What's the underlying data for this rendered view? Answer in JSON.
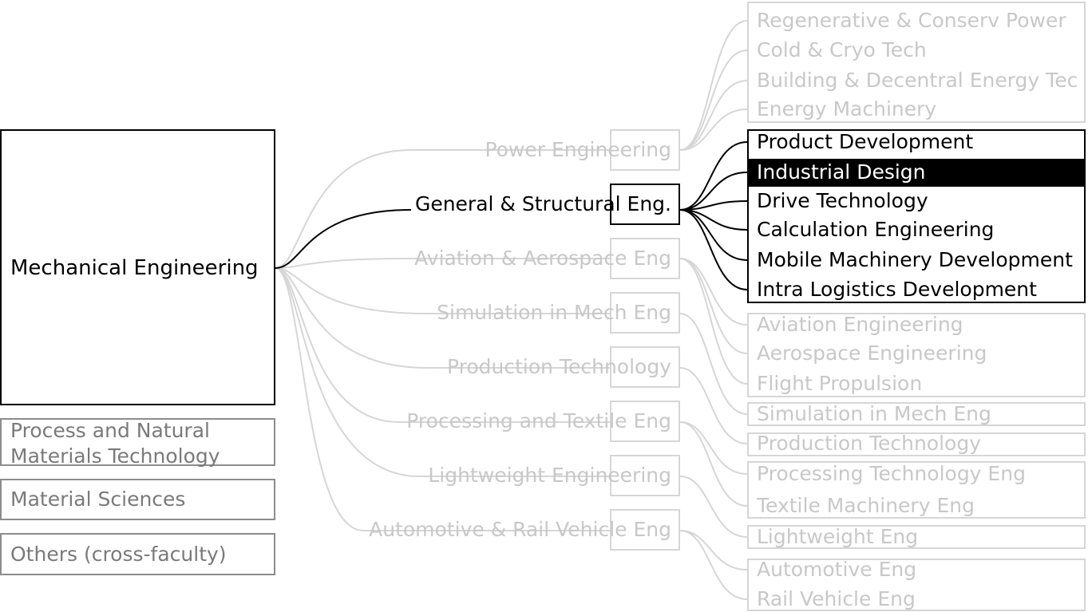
{
  "level1": {
    "active": "Mechanical Engineering",
    "others": [
      "Process and Natural Materials Technology",
      "Material Sciences",
      "Others (cross-faculty)"
    ]
  },
  "level2": [
    "Power Engineering",
    "General & Structural Eng.",
    "Aviation & Aerospace Eng",
    "Simulation in Mech Eng",
    "Production Technology",
    "Processing and Textile Eng",
    "Lightweight Engineering",
    "Automotive & Rail Vehicle Eng"
  ],
  "level3": {
    "power": [
      "Regenerative & Conserv Power",
      "Cold & Cryo Tech",
      "Building & Decentral Energy Tec",
      "Energy Machinery"
    ],
    "general": [
      "Product Development",
      "Industrial Design",
      "Drive Technology",
      "Calculation Engineering",
      "Mobile Machinery Development",
      "Intra Logistics Development"
    ],
    "aviation": [
      "Aviation Engineering",
      "Aerospace Engineering",
      "Flight Propulsion"
    ],
    "simulation": [
      "Simulation in Mech Eng"
    ],
    "production": [
      "Production Technology"
    ],
    "processing": [
      "Processing Technology Eng",
      "Textile Machinery Eng"
    ],
    "lightweight": [
      "Lightweight Eng"
    ],
    "automotive": [
      "Automotive Eng",
      "Rail Vehicle Eng"
    ]
  },
  "selected_leaf": "Industrial Design",
  "colors": {
    "active": "#000000",
    "inactive": "#d6d6d6",
    "sibling": "#8c8c8c",
    "highlight": "#000000"
  }
}
